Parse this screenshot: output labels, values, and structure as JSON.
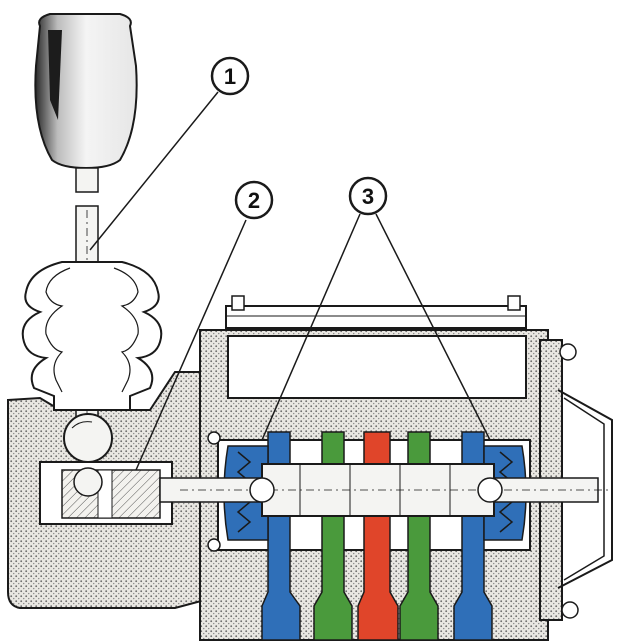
{
  "callouts": [
    {
      "id": "1",
      "label": "1"
    },
    {
      "id": "2",
      "label": "2"
    },
    {
      "id": "3",
      "label": "3"
    }
  ],
  "colors": {
    "background": "#ffffff",
    "ink": "#1a1a1a",
    "housing_stipple": "#d8d6d0",
    "blue_spool_port": "#2f6fb8",
    "green_spool_port": "#4a9a3c",
    "red_spool_port": "#e0452a",
    "shaft_metal": "#f4f4f2"
  },
  "icons": [
    "gear-knob-icon",
    "rubber-boot-icon",
    "ball-joint-icon",
    "selector-spool-icon",
    "spring-icon"
  ]
}
